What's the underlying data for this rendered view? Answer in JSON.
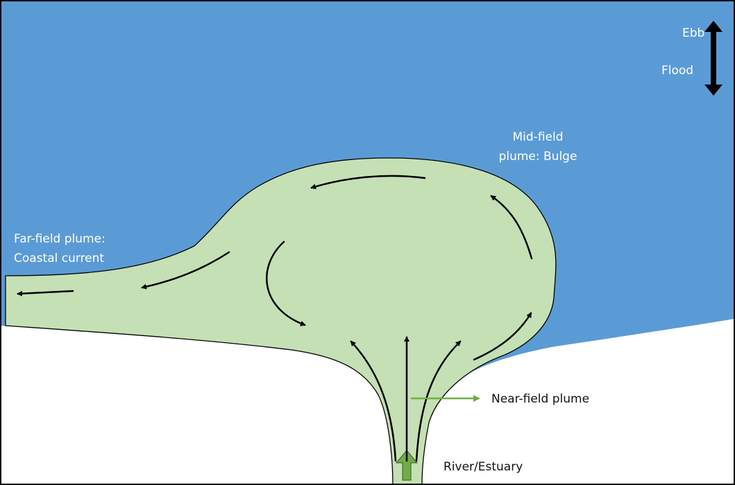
{
  "labels": {
    "ebb": "Ebb",
    "flood": "Flood",
    "mid_field_line1": "Mid-field",
    "mid_field_line2": "plume: Bulge",
    "far_field_line1": "Far-field plume:",
    "far_field_line2": "Coastal current",
    "near_field": "Near-field plume",
    "river": "River/Estuary"
  },
  "colors": {
    "ocean": "#5b9bd5",
    "plume": "#c5e0b4",
    "land": "#ffffff",
    "river_arrow": "#70ad47",
    "flow_arrow": "#000000",
    "border": "#000000"
  },
  "icons": {
    "tide": "double-vertical-arrow",
    "flow": "curved-arrow",
    "river_inflow": "up-arrow",
    "near_field_pointer": "right-arrow"
  }
}
